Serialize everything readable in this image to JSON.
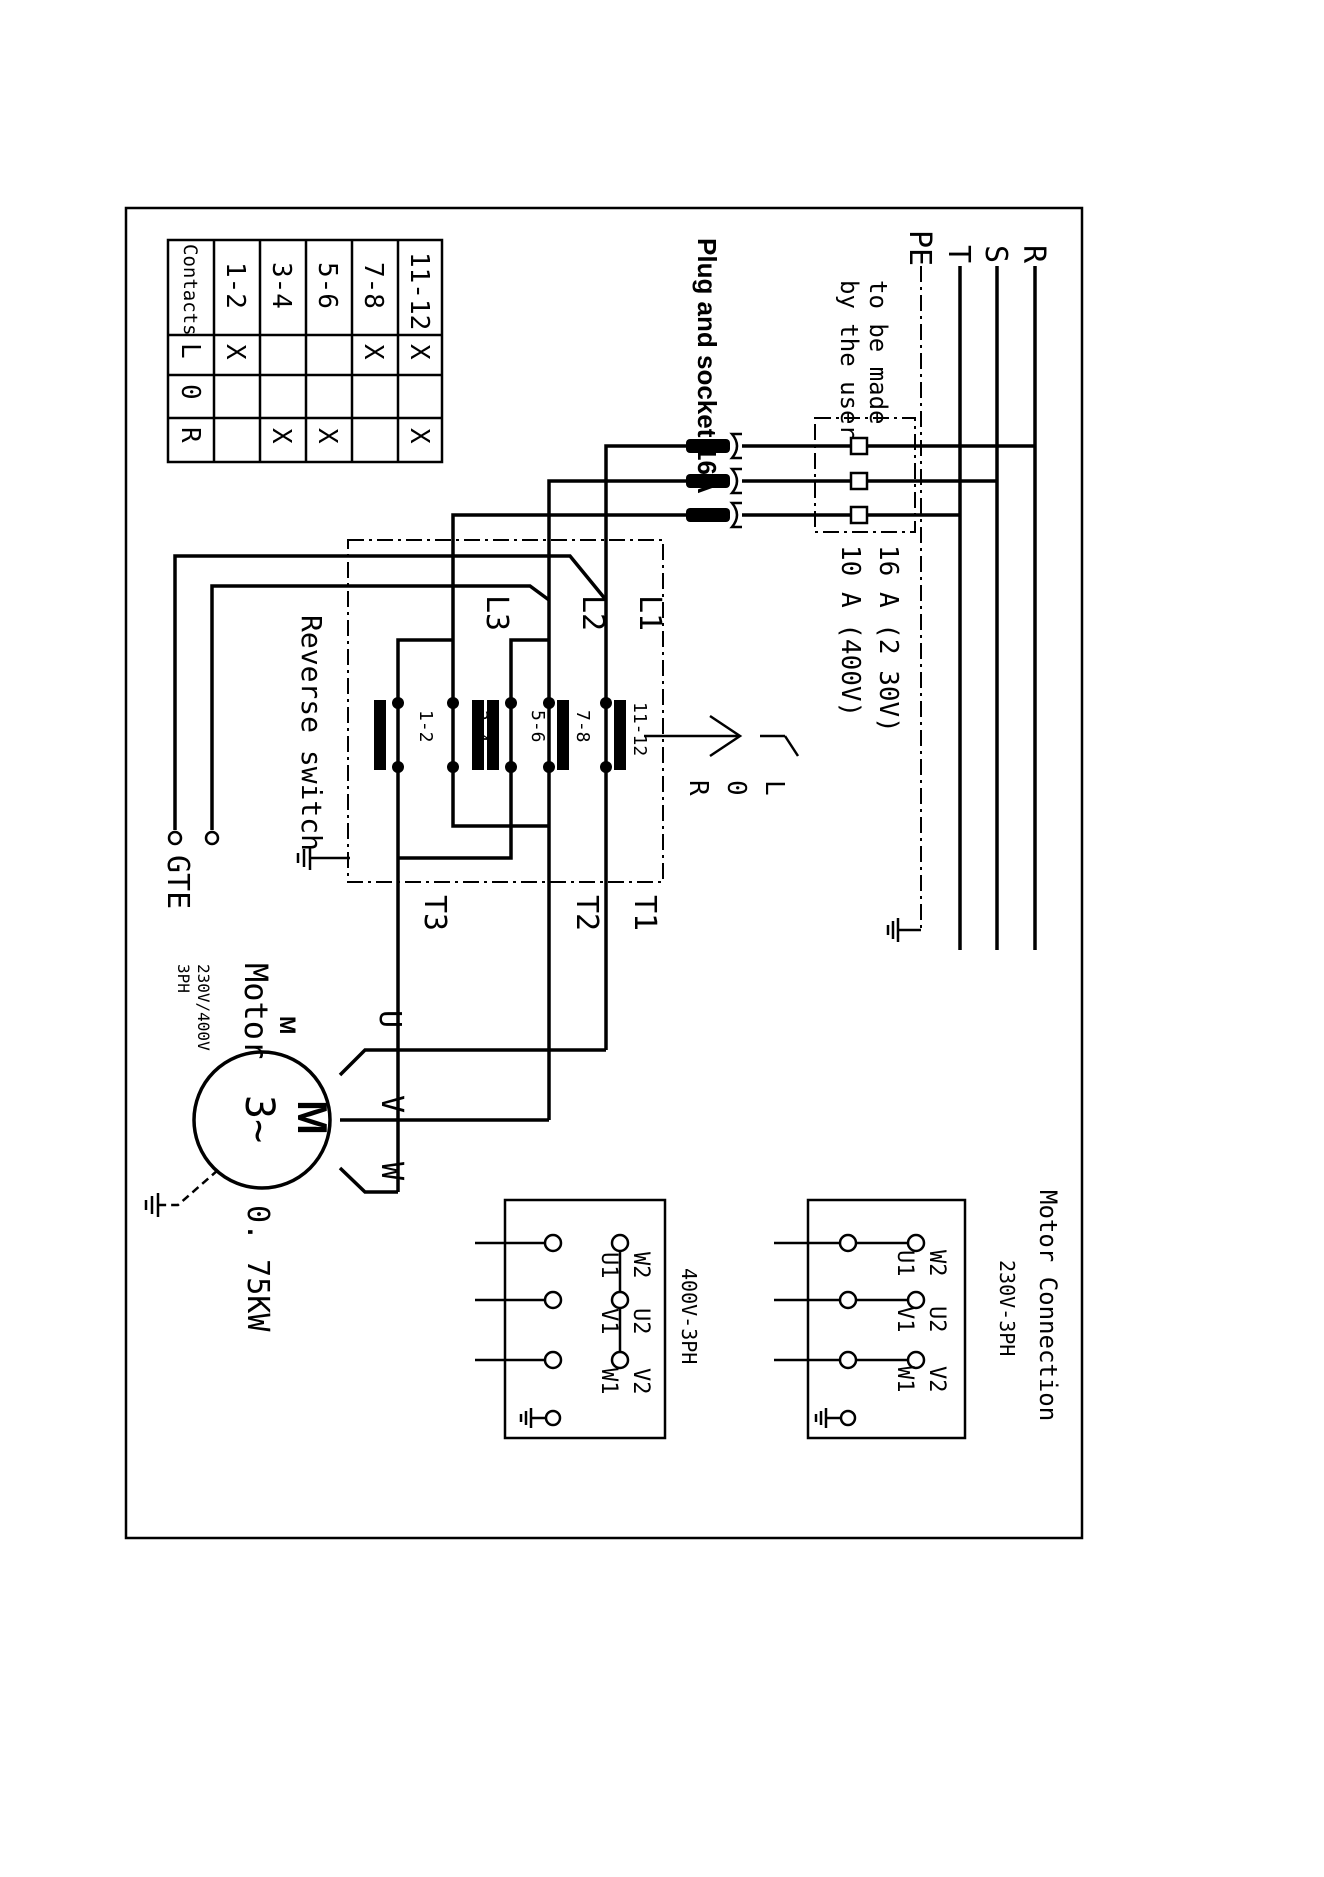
{
  "supply": {
    "lines": [
      "R",
      "S",
      "T",
      "PE"
    ]
  },
  "plug": {
    "label": "Plug and socket:16A"
  },
  "fuse": {
    "note_line1": "to be made",
    "note_line2": "by the user",
    "rating_1": "16 A (2 30V)",
    "rating_2": "10 A (400V)"
  },
  "switch": {
    "title": "Reverse switch",
    "inputs": [
      "L1",
      "L2",
      "L3"
    ],
    "outputs": [
      "T1",
      "T2",
      "T3"
    ],
    "contacts": [
      "11-12",
      "7-8",
      "5-6",
      "3-4",
      "1-2"
    ],
    "positions": [
      "L",
      "0",
      "R"
    ]
  },
  "table": {
    "header": "Contacts",
    "columns": [
      "L",
      "0",
      "R"
    ],
    "rows": [
      {
        "contact": "11-12",
        "marks": [
          "X",
          "",
          "X"
        ]
      },
      {
        "contact": "7-8",
        "marks": [
          "X",
          "",
          ""
        ]
      },
      {
        "contact": "5-6",
        "marks": [
          "",
          "",
          "X"
        ]
      },
      {
        "contact": "3-4",
        "marks": [
          "",
          "",
          "X"
        ]
      },
      {
        "contact": "1-2",
        "marks": [
          "X",
          "",
          ""
        ]
      }
    ]
  },
  "gte": {
    "label": "GTE"
  },
  "motor": {
    "m_label": "M",
    "title": "Motor",
    "voltage": "230V/400V",
    "phase": "3PH",
    "symbol_m": "M",
    "symbol_phase": "3~",
    "power": "0. 75KW",
    "terminals": [
      "U",
      "V",
      "W"
    ]
  },
  "connection": {
    "title": "Motor Connection",
    "delta_label": "230V-3PH",
    "star_label": "400V-3PH",
    "top_terminals": [
      "W2",
      "U2",
      "V2"
    ],
    "bottom_terminals": [
      "U1",
      "V1",
      "W1"
    ]
  }
}
